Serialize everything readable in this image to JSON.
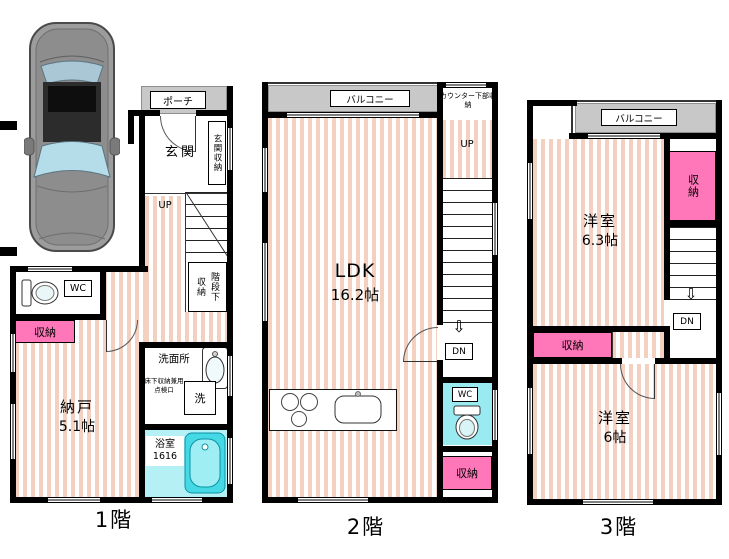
{
  "colors": {
    "flooring_stripe": "#f3d0bf",
    "closet_pink": "#ff77b9",
    "fixture_cyan": "#45d9e6",
    "outdoor_gray": "#c8c8c8",
    "wall": "#000000"
  },
  "icons": {
    "down_arrow": "⇩"
  },
  "floors": [
    {
      "label": "1階",
      "porch": "ポーチ",
      "entrance": "玄関",
      "entrance_storage": "玄関収納",
      "up": "UP",
      "under_stair_1": "階段下",
      "under_stair_2": "収納",
      "wc": "WC",
      "closet": "収納",
      "storeroom": "納戸",
      "storeroom_size": "5.1帖",
      "washroom": "洗面所",
      "washer": "洗",
      "hatch_note": "床下収納兼用点検口",
      "bath": "浴室",
      "bath_size": "1616"
    },
    {
      "label": "2階",
      "balcony": "バルコニー",
      "counter_note": "カウンター下部収納",
      "up": "UP",
      "ldk": "LDK",
      "ldk_size": "16.2帖",
      "dn": "DN",
      "wc": "WC",
      "closet": "収納"
    },
    {
      "label": "3階",
      "balcony": "バルコニー",
      "closet_right": "収納",
      "room1": "洋室",
      "room1_size": "6.3帖",
      "dn": "DN",
      "closet_left": "収納",
      "room2": "洋室",
      "room2_size": "6帖"
    }
  ]
}
